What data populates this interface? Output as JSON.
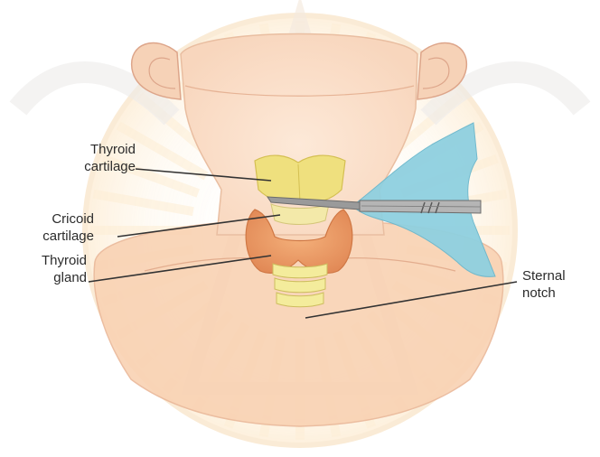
{
  "labels": {
    "thyroid_cartilage": [
      "Thyroid",
      "cartilage"
    ],
    "cricoid_cartilage": [
      "Cricoid",
      "cartilage"
    ],
    "thyroid_gland": [
      "Thyroid",
      "gland"
    ],
    "sternal_notch": [
      "Sternal",
      "notch"
    ]
  },
  "colors": {
    "background": "#ffffff",
    "skin": "#fbe3cf",
    "skin_outline": "#e8b99c",
    "watermark": "#f7c985",
    "thyroid_cartilage": "#efe07e",
    "cricoid_cartilage": "#f3e9a9",
    "thyroid_gland": "#ee9c66",
    "tracheal_rings": "#f4ec9c",
    "drape": "#8fd0e0",
    "instrument": "#7a7a7a",
    "leader_lines": "#333333"
  },
  "icons": [
    "scalpel-icon",
    "watermark-emblem-icon"
  ]
}
